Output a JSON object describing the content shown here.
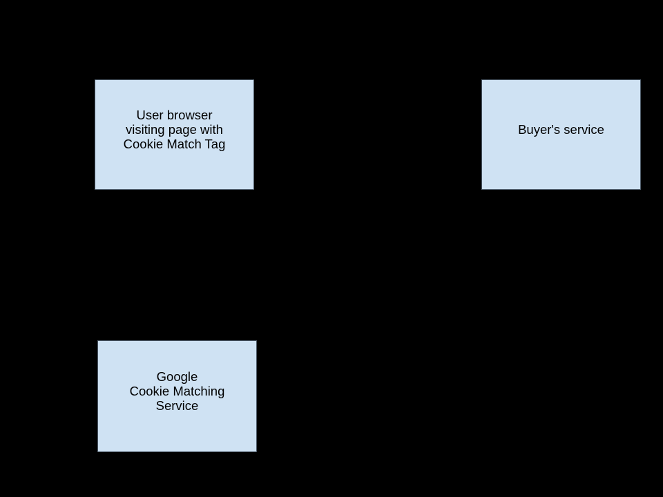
{
  "diagram": {
    "background_color": "#000000",
    "node_fill_color": "#cfe2f3",
    "node_border_color": "#4d5a68",
    "text_color": "#000000",
    "nodes": [
      {
        "id": "user-browser",
        "label": "User browser\nvisiting page with\nCookie Match Tag"
      },
      {
        "id": "buyers-service",
        "label": "Buyer's service"
      },
      {
        "id": "google-cms",
        "label": "Google\nCookie Matching\nService"
      }
    ]
  }
}
